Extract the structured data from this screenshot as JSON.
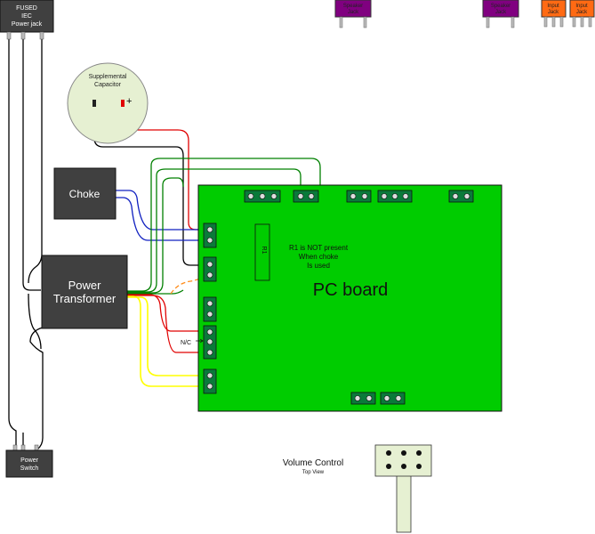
{
  "components": {
    "power_jack": [
      "FUSED",
      "IEC",
      "Power jack"
    ],
    "power_switch": [
      "Power",
      "Switch"
    ],
    "capacitor": [
      "Supplemental",
      "Capacitor"
    ],
    "capacitor_plus": "+",
    "choke": "Choke",
    "transformer": [
      "Power",
      "Transformer"
    ],
    "speaker_jack_1": [
      "Speaker",
      "Jack"
    ],
    "speaker_jack_2": [
      "Speaker",
      "Jack"
    ],
    "input_jack_1": [
      "Input",
      "Jack"
    ],
    "input_jack_2": [
      "Input",
      "Jack"
    ]
  },
  "pc_board": {
    "title": "PC board",
    "r1_label": "R1",
    "r1_note": [
      "R1 is NOT present",
      "When choke",
      "Is used"
    ],
    "nc_label": "N/C"
  },
  "volume_control": {
    "title": "Volume Control",
    "subtitle": "Top View"
  },
  "colors": {
    "board": "#00cc00",
    "component": "#404040",
    "speaker_jack": "#800080",
    "input_jack": "#ff6a13",
    "capacitor": "#e6f0d2",
    "wire_red": "#e00000",
    "wire_black": "#000000",
    "wire_blue": "#1020c0",
    "wire_green": "#008000",
    "wire_yellow": "#ffff00",
    "wire_orange": "#ff8c1a"
  }
}
